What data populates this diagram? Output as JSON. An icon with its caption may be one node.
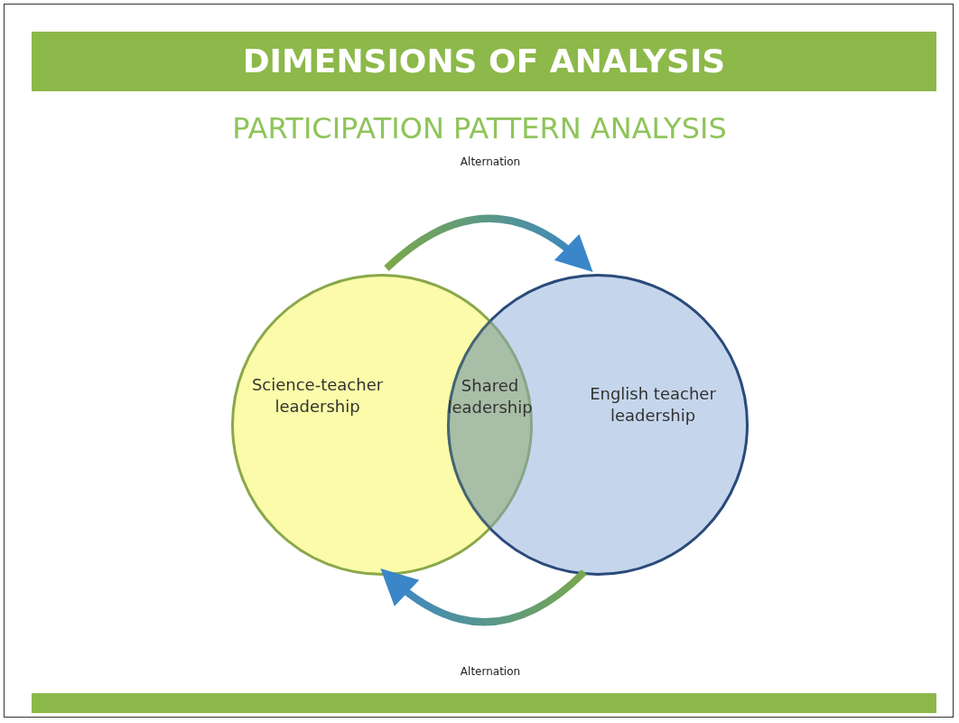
{
  "diagram": {
    "title": "DIMENSIONS OF ANALYSIS",
    "nodes": [
      {
        "text": [
          "Science-teacher leadership"
        ]
      },
      {
        "text": [
          "Shared leadership"
        ]
      },
      {
        "text": [
          "English teacher leadership"
        ]
      }
    ],
    "edges": [
      {
        "from": 0,
        "to": 2,
        "arrow": "to",
        "label": "Alternation"
      },
      {
        "from": 2,
        "to": 0,
        "arrow": "to",
        "label": "Alternation"
      }
    ],
    "labels": [
      "PARTICIPATION PATTERN ANALYSIS"
    ]
  }
}
